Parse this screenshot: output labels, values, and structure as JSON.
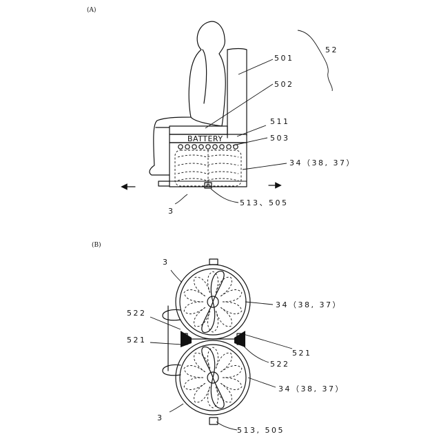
{
  "panels": {
    "a": "(A)",
    "b": "(B)"
  },
  "battery_text": "BATTERY",
  "labels_a": {
    "l52": "52",
    "l501": "501",
    "l502": "502",
    "l511": "511",
    "l503": "503",
    "l34": "34（38, 37）",
    "l513": "513、505",
    "l3": "3"
  },
  "labels_b": {
    "l3_top": "3",
    "l34_top": "34（38, 37）",
    "l522_left": "522",
    "l521_left": "521",
    "l521_right": "521",
    "l522_right": "522",
    "l34_bottom": "34（38, 37）",
    "l3_bottom": "3",
    "l513": "513, 505"
  }
}
